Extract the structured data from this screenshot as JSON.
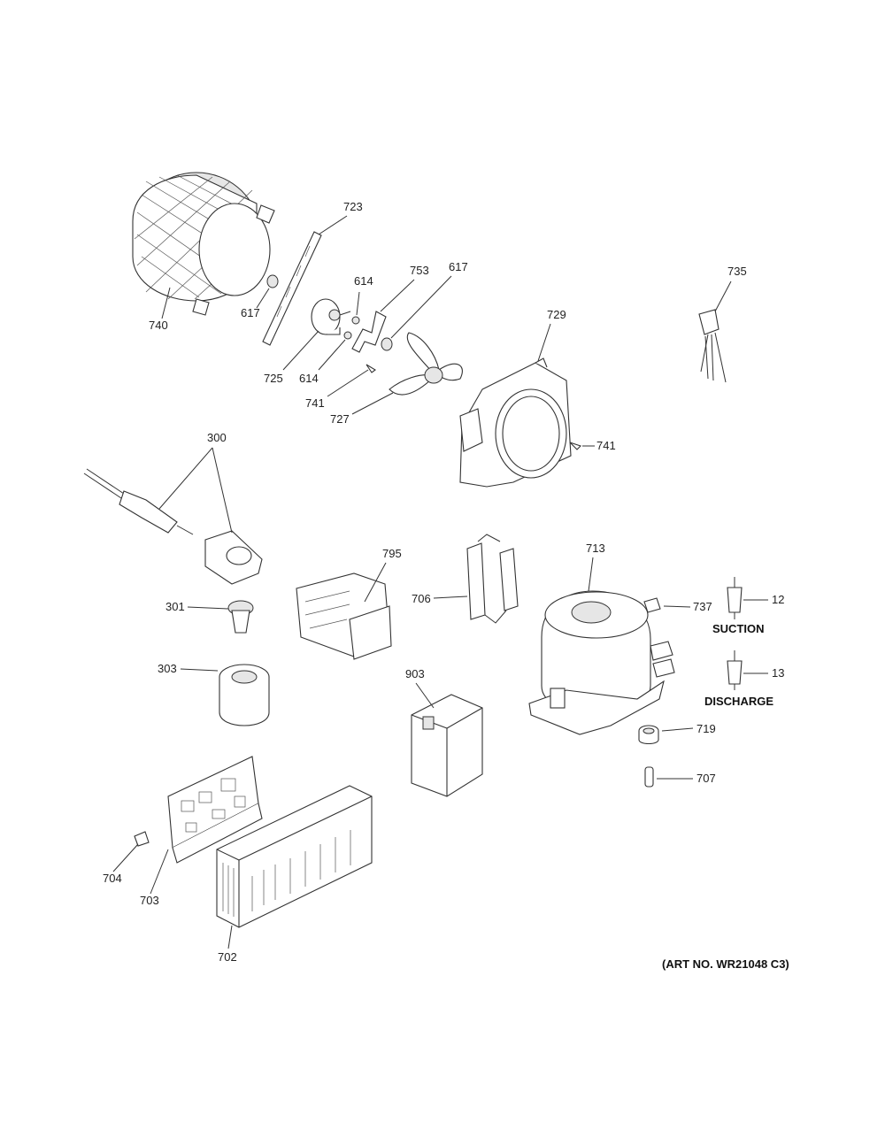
{
  "labels": {
    "p740": "740",
    "p617a": "617",
    "p723": "723",
    "p725": "725",
    "p614a": "614",
    "p614b": "614",
    "p753": "753",
    "p617b": "617",
    "p741a": "741",
    "p727": "727",
    "p729": "729",
    "p741b": "741",
    "p735": "735",
    "p300": "300",
    "p301": "301",
    "p303": "303",
    "p795": "795",
    "p706": "706",
    "p713": "713",
    "p737": "737",
    "p12": "12",
    "p13": "13",
    "p903": "903",
    "p719": "719",
    "p707": "707",
    "p704": "704",
    "p703": "703",
    "p702": "702"
  },
  "captions": {
    "suction": "SUCTION",
    "discharge": "DISCHARGE"
  },
  "art_no": "(ART NO. WR21048 C3)"
}
